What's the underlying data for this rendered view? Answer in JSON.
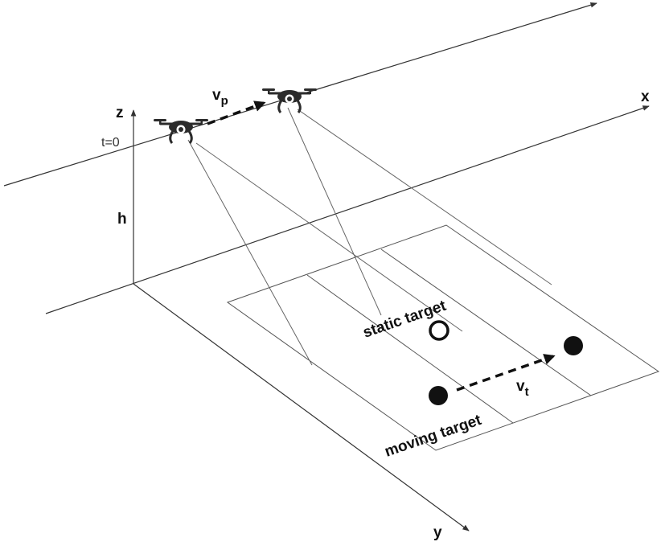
{
  "labels": {
    "x_axis": "x",
    "y_axis": "y",
    "z_axis": "z",
    "height": "h",
    "time_zero": "t=0",
    "uav_velocity": "v",
    "uav_velocity_sub": "p",
    "target_velocity": "v",
    "target_velocity_sub": "t",
    "static_target": "static target",
    "moving_target": "moving target"
  },
  "colors": {
    "line": "#555555",
    "ink": "#111111",
    "drone": "#2b2b2b"
  },
  "icons": {
    "uav": "quadcopter-drone-icon",
    "static_target": "hollow-circle",
    "moving_target": "filled-circle"
  }
}
